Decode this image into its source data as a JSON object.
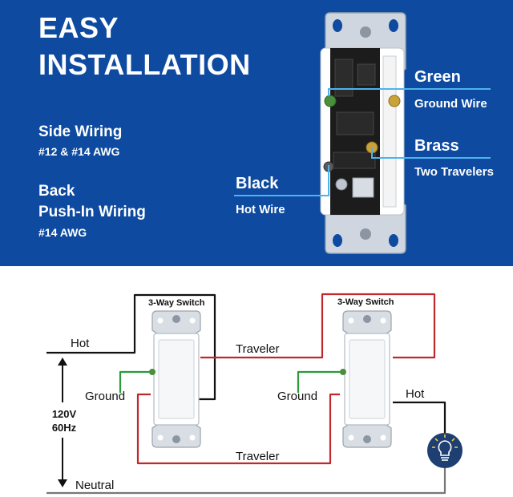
{
  "header": {
    "title_line1": "EASY",
    "title_line2": "INSTALLATION",
    "side_wiring": "Side Wiring",
    "side_wiring_gauge": "#12 & #14 AWG",
    "back_line1": "Back",
    "back_line2": "Push-In Wiring",
    "back_gauge": "#14 AWG"
  },
  "callouts": {
    "green": "Green",
    "green_sub": "Ground Wire",
    "brass": "Brass",
    "brass_sub": "Two Travelers",
    "black": "Black",
    "black_sub": "Hot Wire"
  },
  "diagram": {
    "switch1_title": "3-Way Switch",
    "switch2_title": "3-Way Switch",
    "hot_left": "Hot",
    "traveler_top": "Traveler",
    "traveler_bottom": "Traveler",
    "ground_left": "Ground",
    "ground_right": "Ground",
    "hot_right": "Hot",
    "neutral": "Neutral",
    "voltage": "120V",
    "frequency": "60Hz"
  },
  "colors": {
    "banner_blue": "#0d4aa0",
    "hot_wire": "#111111",
    "traveler_wire": "#c0282d",
    "ground_wire": "#2a9a3a",
    "neutral_wire": "#777777",
    "callout_line": "#4fb3ee",
    "bulb_circle": "#1e3f72"
  },
  "icons": {
    "bulb": "light-bulb-icon"
  }
}
